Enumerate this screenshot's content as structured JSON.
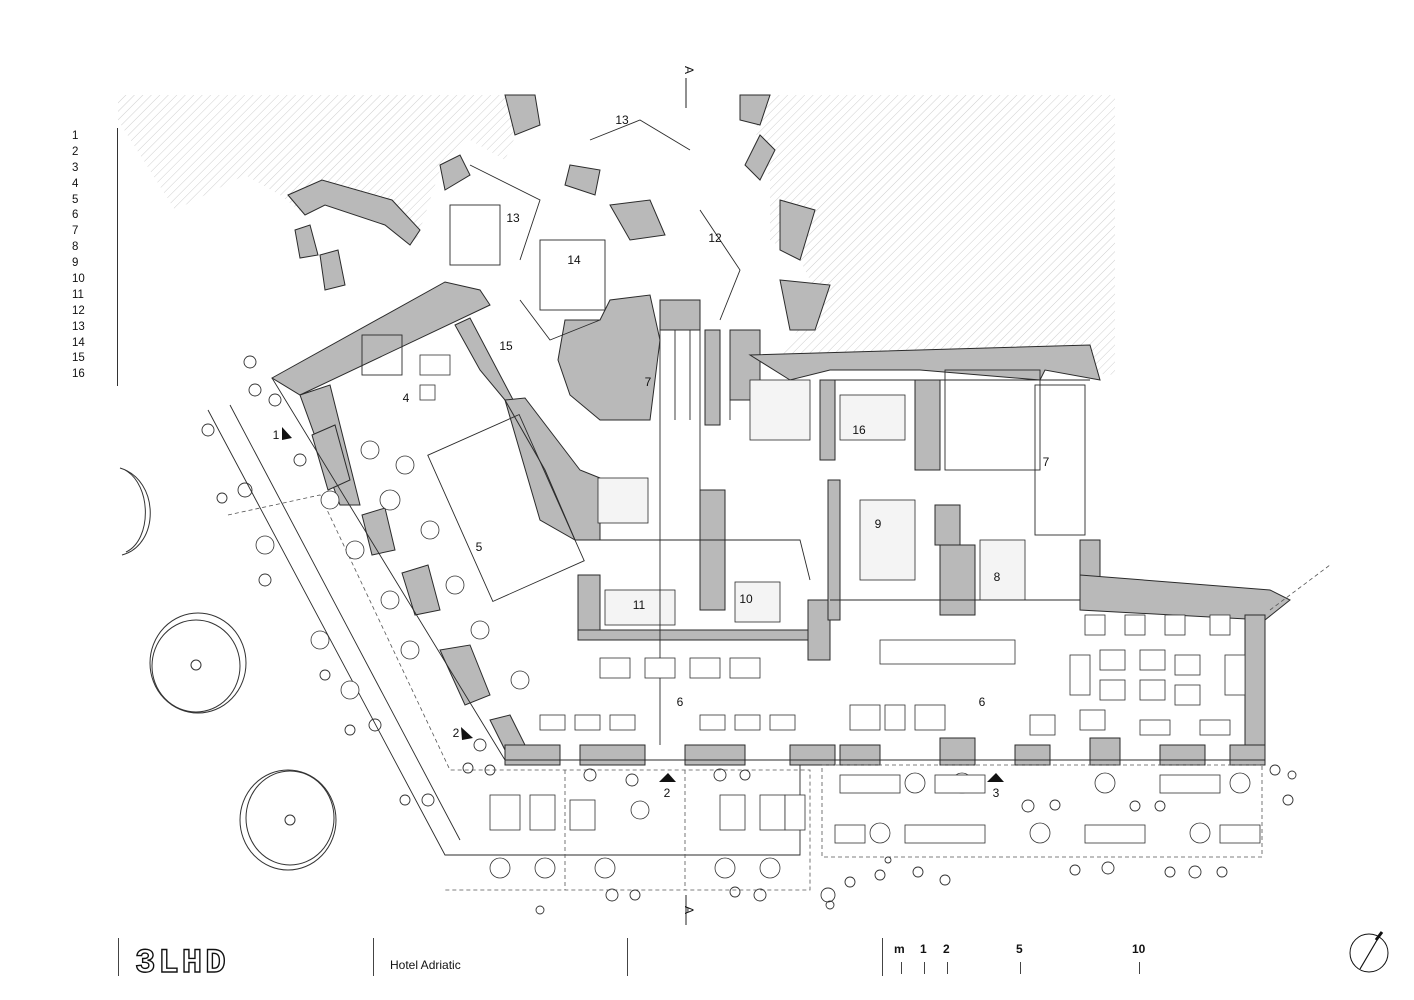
{
  "legend": {
    "items": [
      "1",
      "2",
      "3",
      "4",
      "5",
      "6",
      "7",
      "8",
      "9",
      "10",
      "11",
      "12",
      "13",
      "14",
      "15",
      "16"
    ]
  },
  "room_labels": {
    "r4": "4",
    "r5": "5",
    "r6a": "6",
    "r6b": "6",
    "r7a": "7",
    "r7b": "7",
    "r8": "8",
    "r9": "9",
    "r10": "10",
    "r11": "11",
    "r12": "12",
    "r13a": "13",
    "r13b": "13",
    "r14": "14",
    "r15": "15",
    "r16": "16"
  },
  "entrances": {
    "e1": "1",
    "e2a": "2",
    "e2b": "2",
    "e3": "3"
  },
  "section": {
    "top": "A",
    "bottom": "A"
  },
  "title_block": {
    "logo": "3LHD",
    "project": "Hotel Adriatic",
    "scale_unit": "m",
    "scale_marks": [
      "1",
      "2",
      "5",
      "10"
    ]
  },
  "colors": {
    "wall": "#b9b9b9",
    "line": "#2b2b2b",
    "hatch": "#c8c8c8"
  }
}
